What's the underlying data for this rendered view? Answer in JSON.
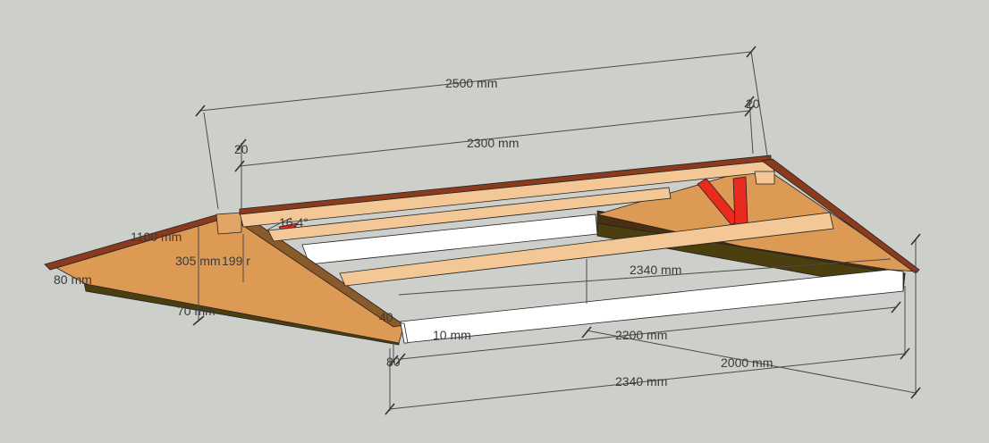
{
  "colors": {
    "background": "#cdcfcb",
    "gable_wood": "#dd9a55",
    "rafter_light": "#f3c896",
    "roof_edge": "#8a3b1e",
    "brace": "#e82a1f",
    "white_beam": "#ffffff",
    "dark_base": "#4b3e0f"
  },
  "dimensions": {
    "overall_length": "2500 mm",
    "ridge_length": "2300 mm",
    "left_overhang": "20",
    "right_overhang": "20",
    "roof_pitch": "16.4°",
    "height_total": "1100 mm",
    "gable_height": "305 mm",
    "inner_height": "199 r",
    "eave_overhang": "80 mm",
    "beam_height": "70 mm",
    "gap_small": "40",
    "beam_width": "10 mm",
    "base_thickness": "80",
    "inner_span_top": "2340 mm",
    "inner_span": "2200 mm",
    "frame_depth": "2000 mm",
    "frame_length": "2340 mm"
  }
}
